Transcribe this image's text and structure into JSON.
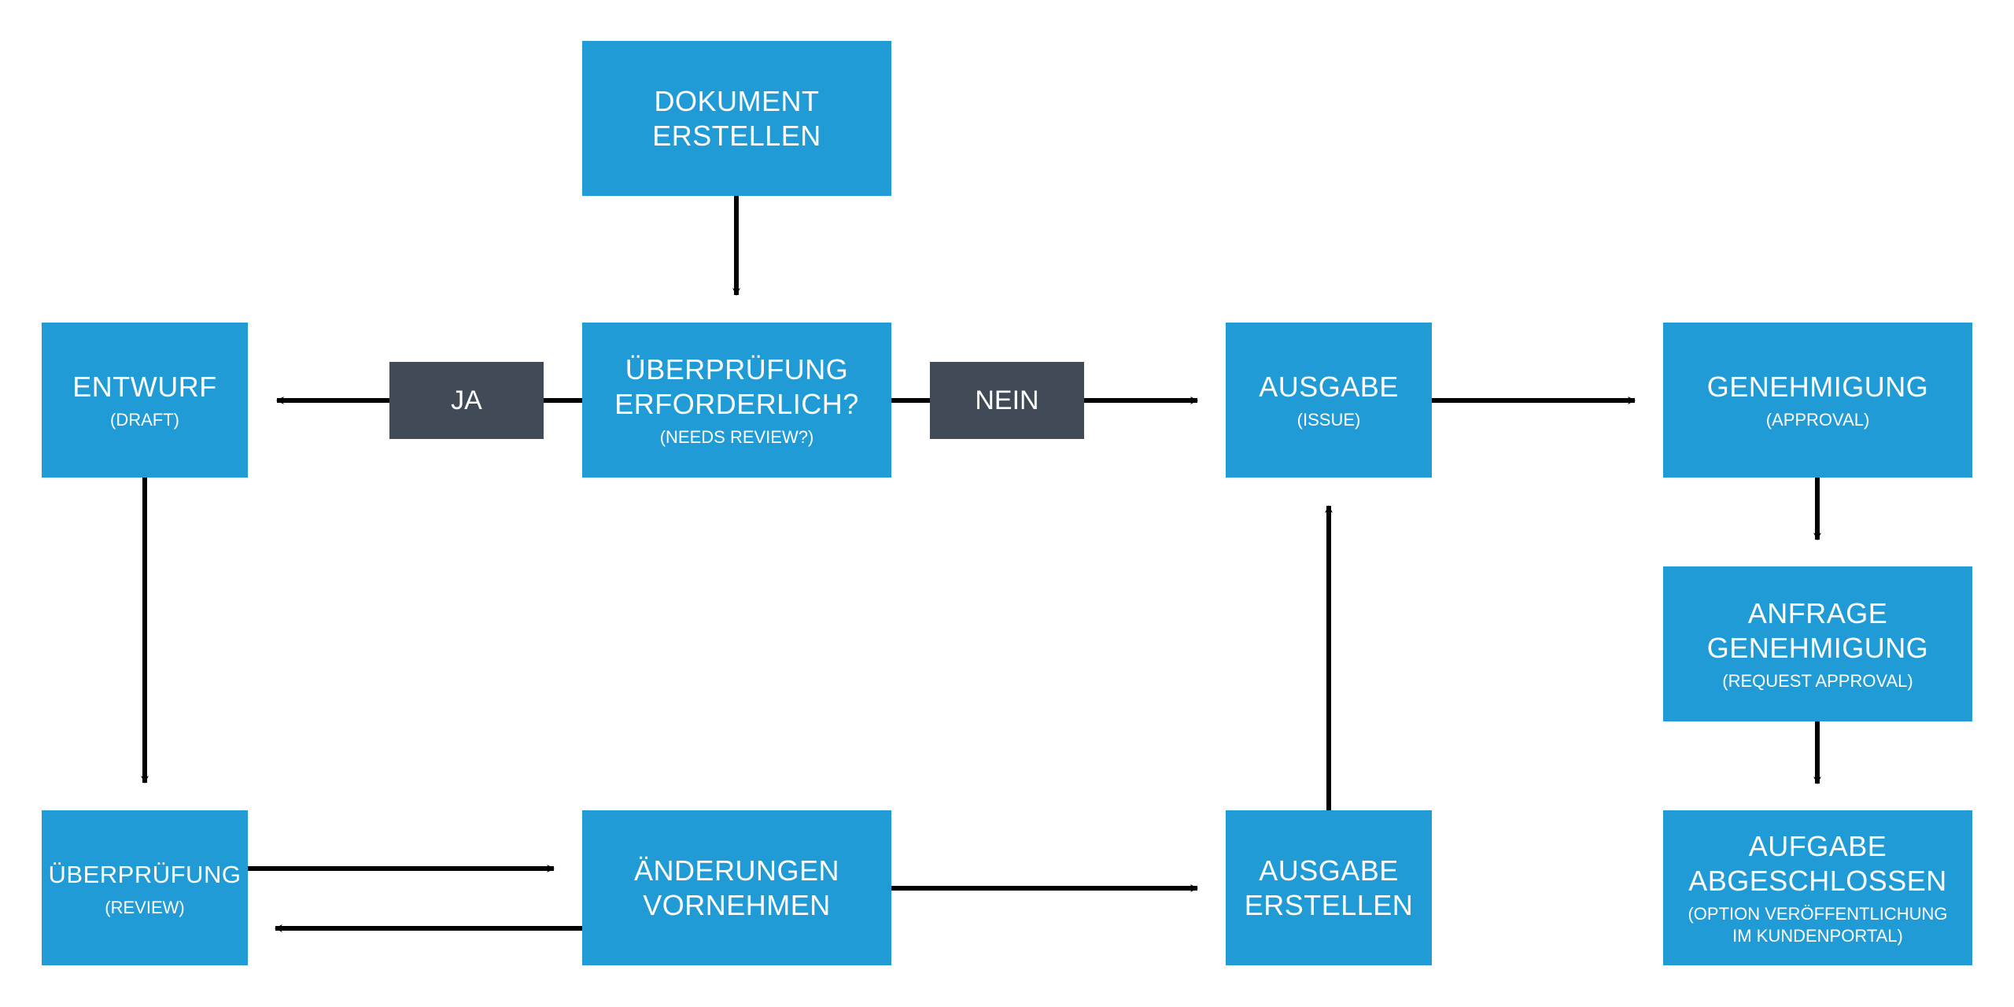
{
  "nodes": {
    "create": {
      "title": "DOKUMENT\nERSTELLEN",
      "subtitle": ""
    },
    "needs": {
      "title": "ÜBERPRÜFUNG\nERFORDERLICH?",
      "subtitle": "(NEEDS REVIEW?)"
    },
    "draft": {
      "title": "ENTWURF",
      "subtitle": "(DRAFT)"
    },
    "issue": {
      "title": "AUSGABE",
      "subtitle": "(ISSUE)"
    },
    "approval": {
      "title": "GENEHMIGUNG",
      "subtitle": "(APPROVAL)"
    },
    "request": {
      "title": "ANFRAGE\nGENEHMIGUNG",
      "subtitle": "(REQUEST APPROVAL)"
    },
    "done": {
      "title": "AUFGABE\nABGESCHLOSSEN",
      "subtitle": "(OPTION VERÖFFENTLICHUNG\nIM KUNDENPORTAL)"
    },
    "review": {
      "title": "ÜBERPRÜFUNG",
      "subtitle": "(REVIEW)"
    },
    "changes": {
      "title": "ÄNDERUNGEN\nVORNEHMEN",
      "subtitle": ""
    },
    "make_issue": {
      "title": "AUSGABE\nERSTELLEN",
      "subtitle": ""
    }
  },
  "edge_labels": {
    "yes": "JA",
    "no": "NEIN"
  },
  "colors": {
    "node": "#209bd6",
    "label": "#414b57",
    "arrow": "#000000"
  }
}
